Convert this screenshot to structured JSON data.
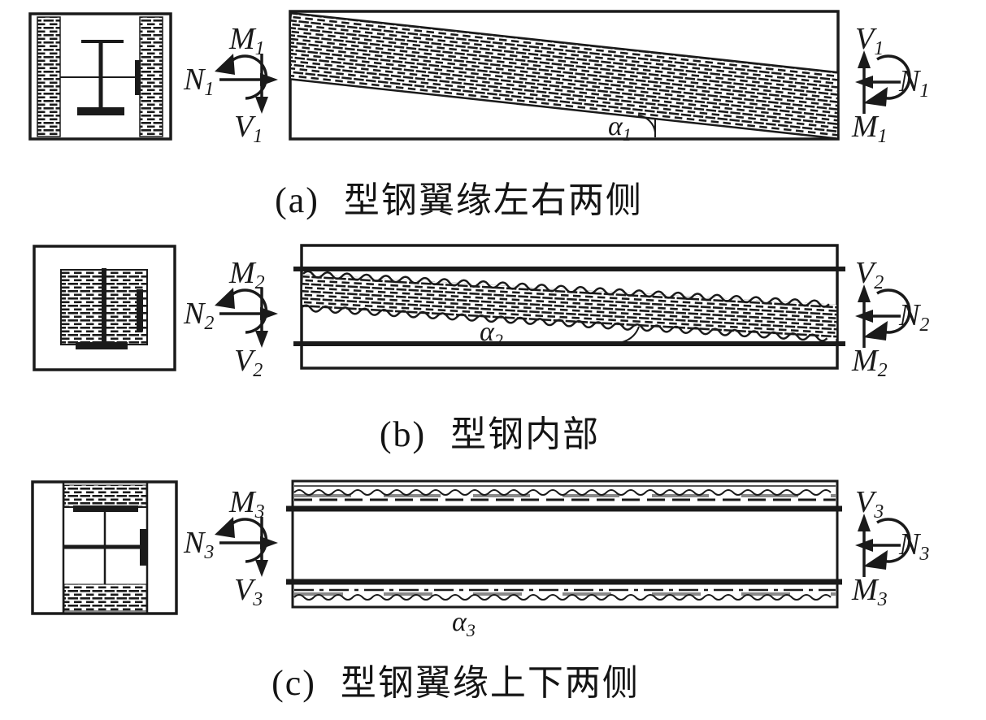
{
  "colors": {
    "ink": "#1a1a1a",
    "paper": "#ffffff"
  },
  "panels": [
    {
      "id": "a",
      "caption_index": "(a)",
      "caption_text": "型钢翼缘左右两侧",
      "sym_M": "M",
      "sym_N": "N",
      "sym_V": "V",
      "sym_alpha": "α",
      "sub": "1"
    },
    {
      "id": "b",
      "caption_index": "(b)",
      "caption_text": "型钢内部",
      "sym_M": "M",
      "sym_N": "N",
      "sym_V": "V",
      "sym_alpha": "α",
      "sub": "2"
    },
    {
      "id": "c",
      "caption_index": "(c)",
      "caption_text": "型钢翼缘上下两侧",
      "sym_M": "M",
      "sym_N": "N",
      "sym_V": "V",
      "sym_alpha": "α",
      "sub": "3"
    }
  ]
}
